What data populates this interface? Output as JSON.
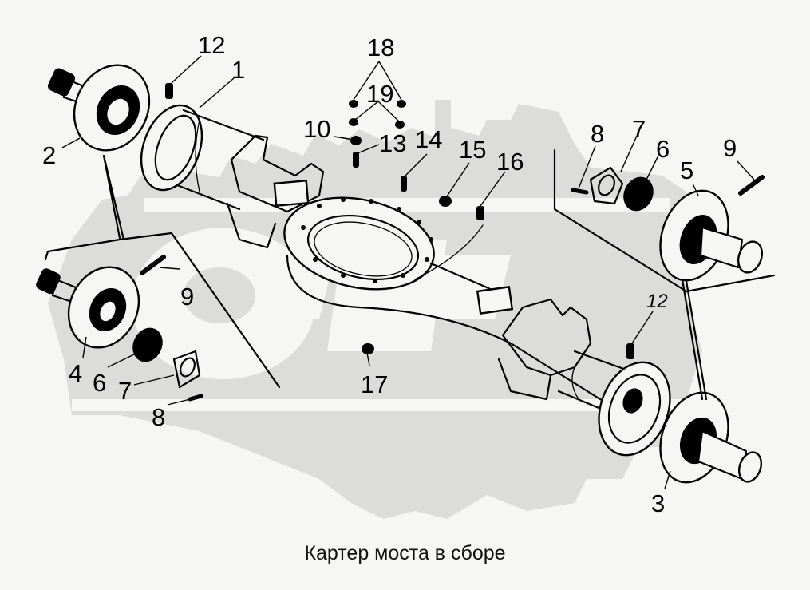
{
  "caption": "Картер моста в сборе",
  "watermark": {
    "text": "OPEX",
    "color": "#dcdcdb"
  },
  "callouts": [
    {
      "id": "c1",
      "label": "1"
    },
    {
      "id": "c2",
      "label": "2"
    },
    {
      "id": "c3",
      "label": "3"
    },
    {
      "id": "c4",
      "label": "4"
    },
    {
      "id": "c5",
      "label": "5"
    },
    {
      "id": "c6a",
      "label": "6"
    },
    {
      "id": "c6b",
      "label": "6"
    },
    {
      "id": "c7a",
      "label": "7"
    },
    {
      "id": "c7b",
      "label": "7"
    },
    {
      "id": "c8a",
      "label": "8"
    },
    {
      "id": "c8b",
      "label": "8"
    },
    {
      "id": "c9a",
      "label": "9"
    },
    {
      "id": "c9b",
      "label": "9"
    },
    {
      "id": "c10",
      "label": "10"
    },
    {
      "id": "c12a",
      "label": "12"
    },
    {
      "id": "c12b",
      "label": "12"
    },
    {
      "id": "c13",
      "label": "13"
    },
    {
      "id": "c14",
      "label": "14"
    },
    {
      "id": "c15",
      "label": "15"
    },
    {
      "id": "c16",
      "label": "16"
    },
    {
      "id": "c17",
      "label": "17"
    },
    {
      "id": "c18",
      "label": "18"
    },
    {
      "id": "c19",
      "label": "19"
    }
  ]
}
